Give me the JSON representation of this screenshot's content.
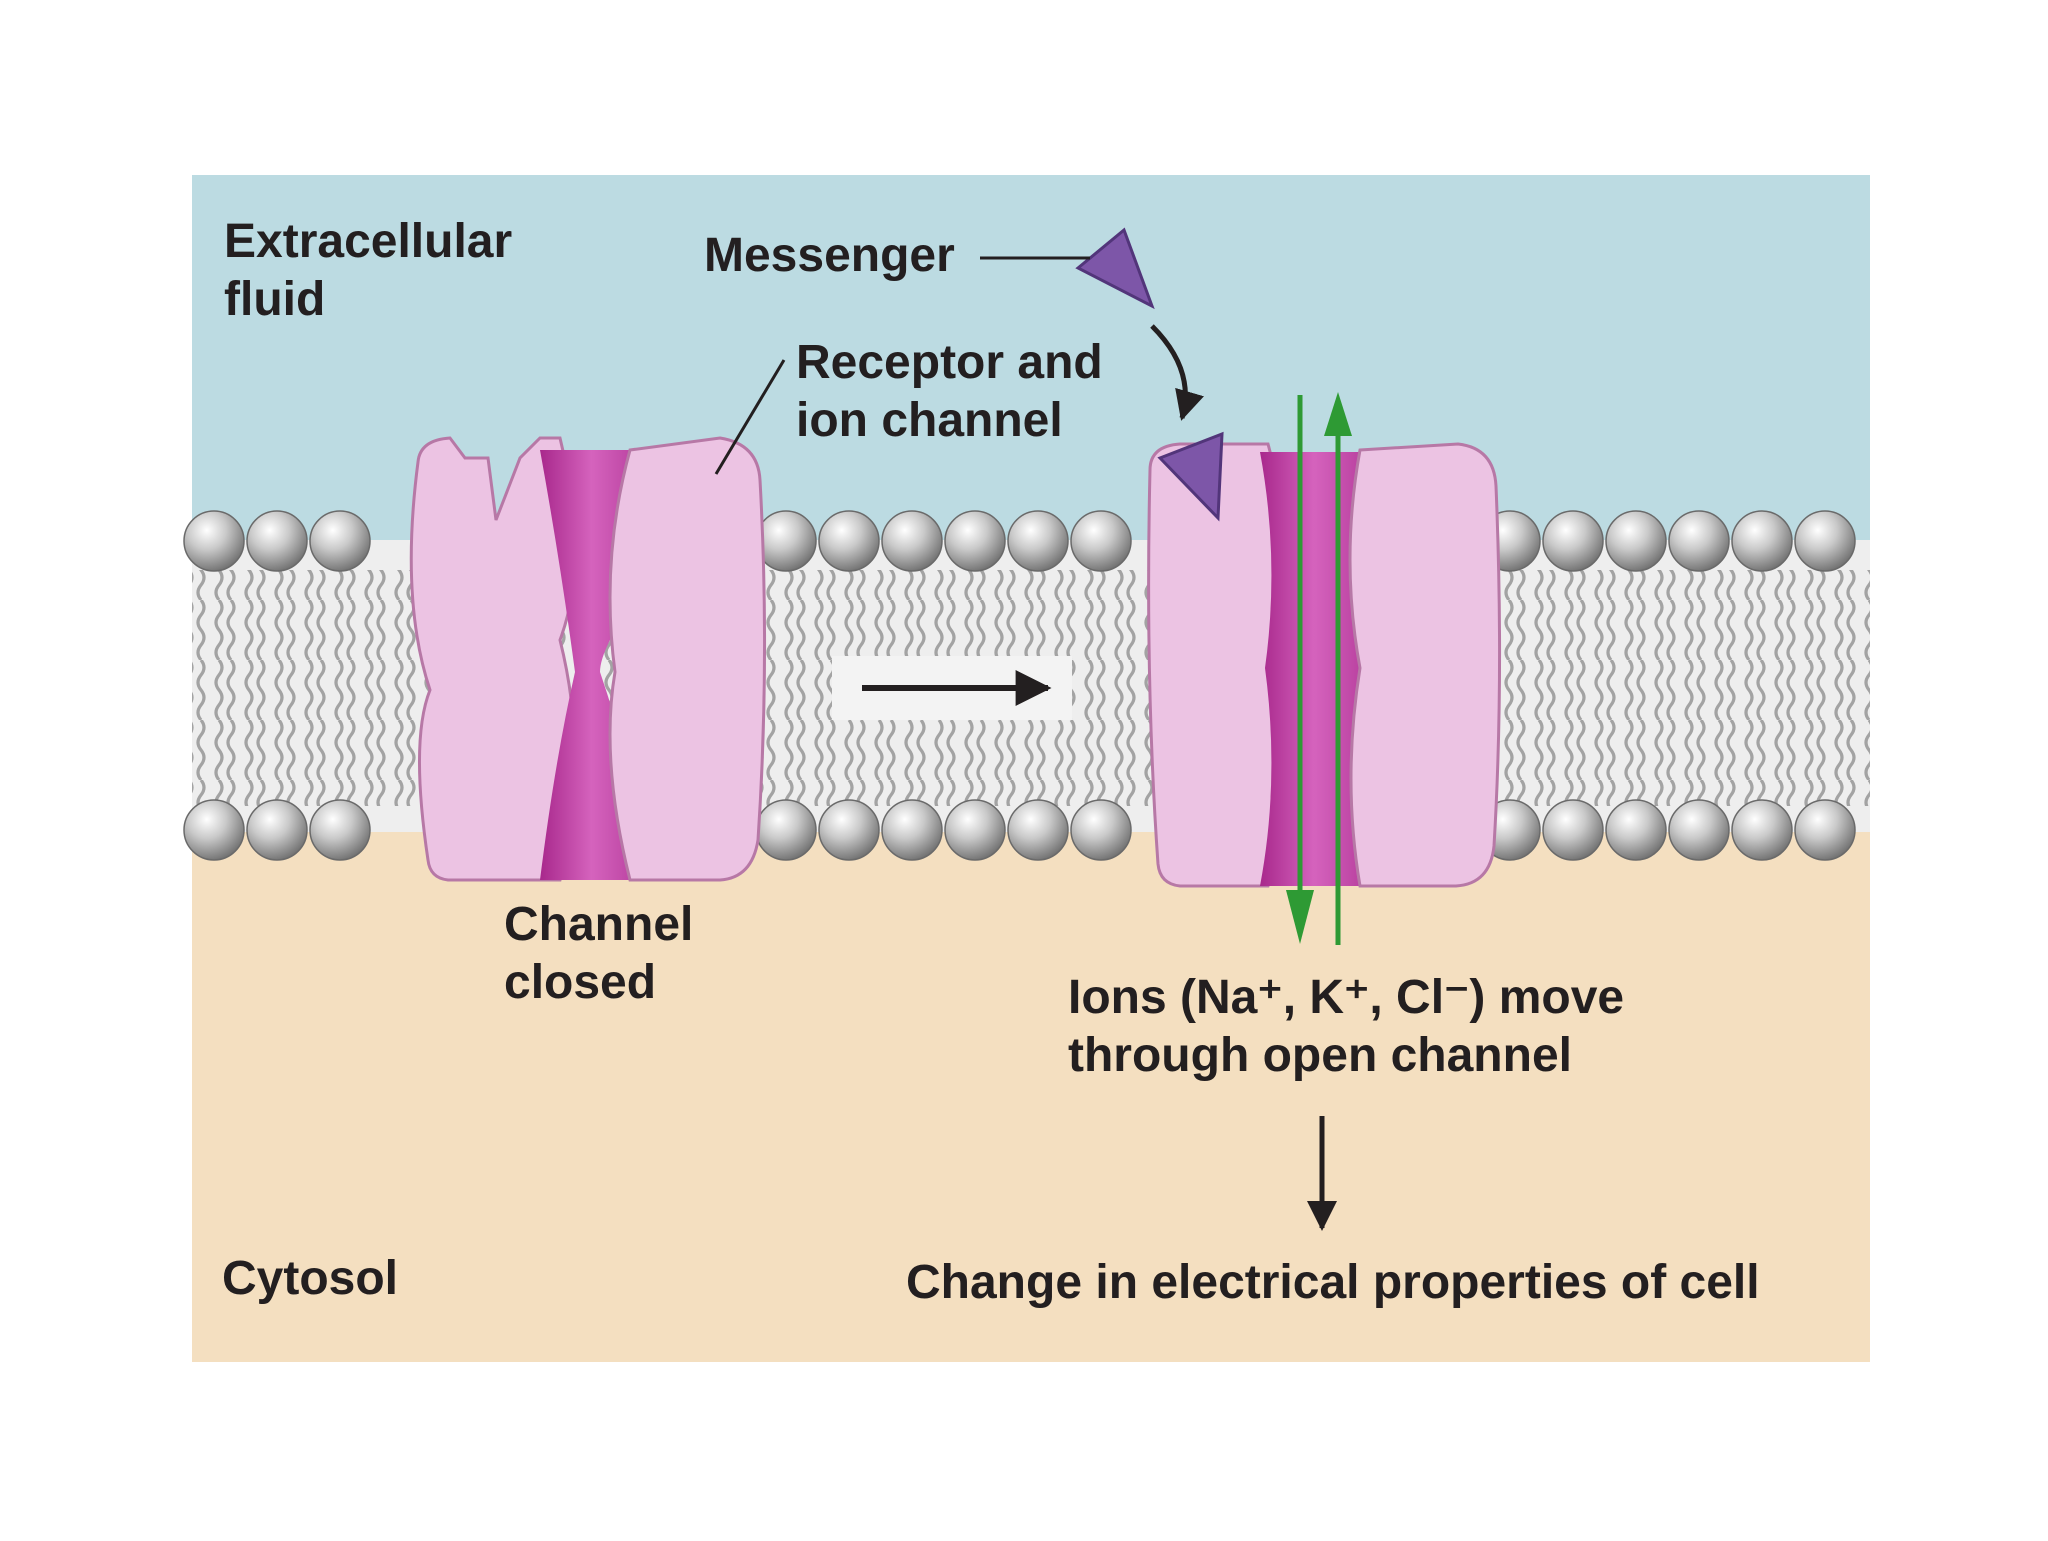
{
  "labels": {
    "extracellular": [
      "Extracellular",
      "fluid"
    ],
    "messenger": "Messenger",
    "receptor": [
      "Receptor and",
      "ion channel"
    ],
    "channel_closed": [
      "Channel",
      "closed"
    ],
    "ions": [
      "Ions (Na⁺, K⁺, Cl⁻) move",
      "through open channel"
    ],
    "cytosol": "Cytosol",
    "result": "Change in electrical properties of cell"
  },
  "colors": {
    "extracellular_fluid": "#bcdbe2",
    "cytosol": "#f4dfc0",
    "membrane_core": "#eeeeee",
    "phospholipid_head": "#a8a8a8",
    "channel_protein": "#ecc3e3",
    "channel_pore": "#c54aa8",
    "messenger": "#7d56a8",
    "ion_arrow": "#2e9a34"
  }
}
